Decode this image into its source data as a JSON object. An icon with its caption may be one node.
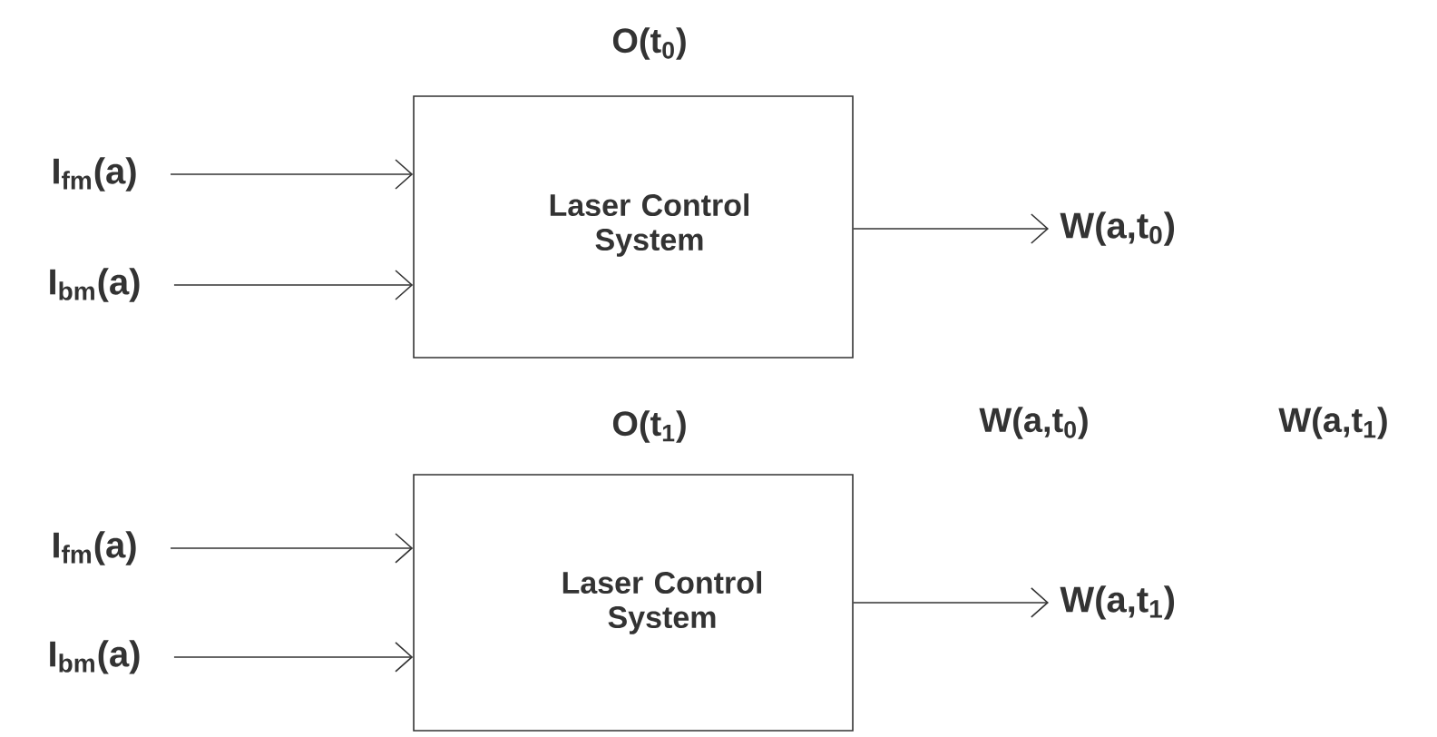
{
  "diagram": {
    "nodes": [
      {
        "text": [
          "O(t$_{0}$)",
          "Laser Control System"
        ]
      },
      {
        "text": [
          "I$_{fm}$(a)"
        ]
      },
      {
        "text": [
          "I$_{bm}$(a)"
        ]
      },
      {
        "text": [
          "W(a,t$_{0}$)"
        ]
      },
      {
        "text": [
          "O(t$_{1}$)",
          "Laser Control System"
        ]
      },
      {
        "text": [
          "I$_{fm}$(a)"
        ]
      },
      {
        "text": [
          "I$_{bm}$(a)"
        ]
      },
      {
        "text": [
          "W(a,t$_{1}$)"
        ]
      }
    ],
    "edges": [
      {
        "from": 1,
        "to": 0,
        "arrow": "to"
      },
      {
        "from": 2,
        "to": 0,
        "arrow": "to"
      },
      {
        "from": 0,
        "to": 3,
        "arrow": "to"
      },
      {
        "from": 5,
        "to": 4,
        "arrow": "to"
      },
      {
        "from": 6,
        "to": 4,
        "arrow": "to"
      },
      {
        "from": 4,
        "to": 7,
        "arrow": "to"
      }
    ],
    "labels": [
      "W(a,t$_{0}$)",
      "W(a,t$_{1}$)"
    ]
  }
}
